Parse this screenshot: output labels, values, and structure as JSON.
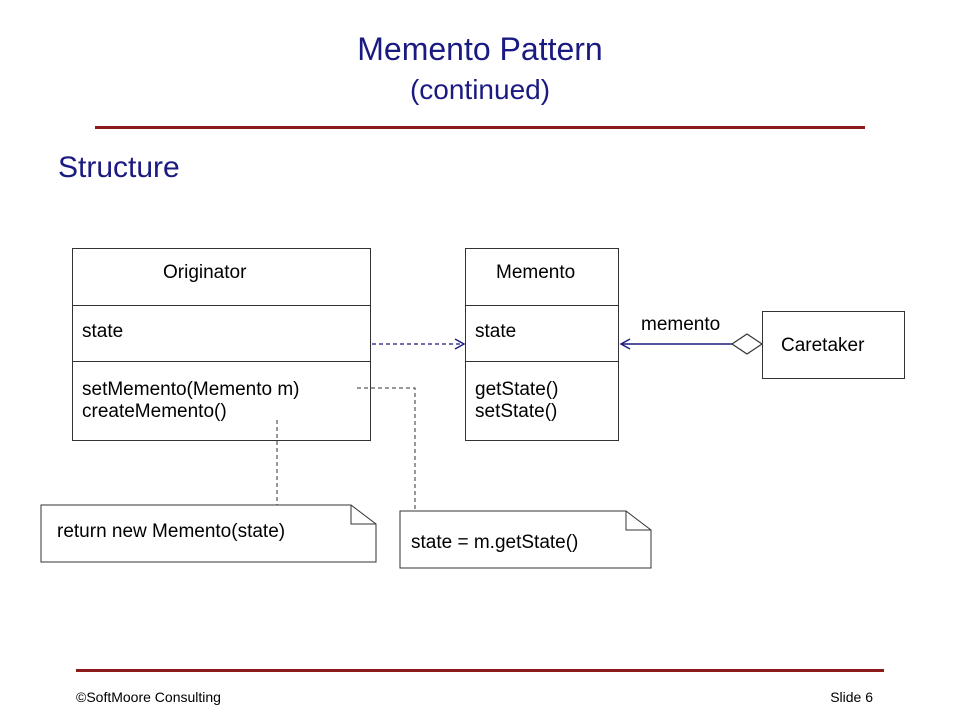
{
  "slide": {
    "title": "Memento Pattern",
    "subtitle": "(continued)",
    "heading": "Structure"
  },
  "diagram": {
    "originator": {
      "name": "Originator",
      "attribute": "state",
      "operations": [
        "setMemento(Memento m)",
        "createMemento()"
      ]
    },
    "memento": {
      "name": "Memento",
      "attribute": "state",
      "operations": [
        "getState()",
        "setState()"
      ]
    },
    "caretaker": {
      "name": "Caretaker"
    },
    "association_label": "memento",
    "notes": {
      "create_memento": "return new Memento(state)",
      "set_memento": "state = m.getState()"
    }
  },
  "footer": {
    "copyright": "©SoftMoore Consulting",
    "slide_number": "Slide 6"
  },
  "colors": {
    "title": "#1a1a80",
    "rule": "#8b1a1a",
    "connector": "#1a1a80"
  }
}
